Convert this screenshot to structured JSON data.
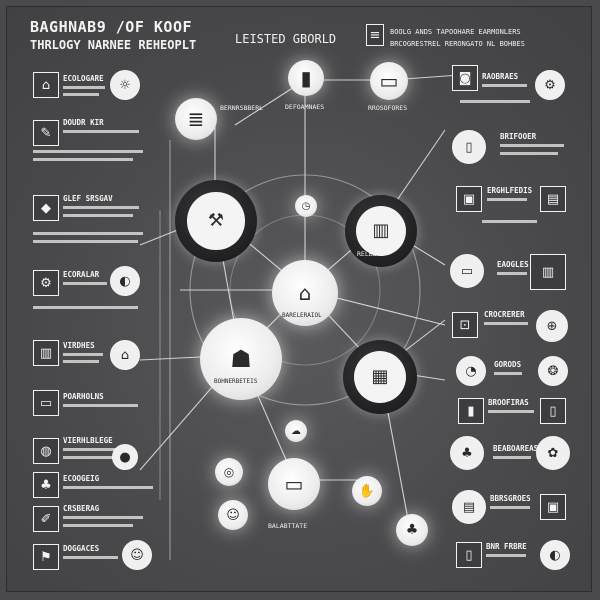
{
  "header": {
    "title": "BAGHNAB9 /OF KOOF",
    "subtitle": "THRLOGY NARNEE REHEOPLT",
    "right_title": "LEISTED GBORLD",
    "tr_line1": "BOOLG ANDS  TAPOOHARE  EARMONLERS",
    "tr_line2": "BRCOGRESTREL RERONGATO NL BOHBES"
  },
  "left_items": [
    {
      "title": "ECOLOGARE",
      "icon": "house-icon"
    },
    {
      "title": "DOUDR KIR",
      "icon": "bulb-icon"
    },
    {
      "title": "GLEF SRSGAV",
      "icon": "leaf-icon"
    },
    {
      "title": "ECORALAR",
      "icon": "gear-icon"
    },
    {
      "title": "VIRDHES",
      "icon": "building-icon"
    },
    {
      "title": "POARHOLNS",
      "icon": "screen-icon"
    },
    {
      "title": "VIERHLBLEGE",
      "icon": "globe-icon"
    },
    {
      "title": "ECOOGEIG",
      "icon": "tree-icon"
    },
    {
      "title": "CRSBERAG",
      "icon": "pen-icon"
    },
    {
      "title": "DOGGACES",
      "icon": "pin-icon"
    }
  ],
  "right_items": [
    {
      "title": "RAOBRAES",
      "icon": "camera-icon"
    },
    {
      "title": "BRIFOOER",
      "icon": "tablet-icon"
    },
    {
      "title": "ERGHLFEDIS",
      "icon": "box-icon"
    },
    {
      "title": "EAOGLES",
      "icon": "monitor-icon"
    },
    {
      "title": "CROCRERER",
      "icon": "lock-icon"
    },
    {
      "title": "GORODS",
      "icon": "drop-icon"
    },
    {
      "title": "BROOFIRAS",
      "icon": "chart-icon"
    },
    {
      "title": "BEABOAREAS",
      "icon": "tree-icon"
    },
    {
      "title": "BBRSGROES",
      "icon": "case-icon"
    },
    {
      "title": "BNR FRBRE",
      "icon": "phone-icon"
    }
  ],
  "nodes": {
    "top_label_1": "DEFOAMNAES",
    "top_label_2": "RROSOFORES",
    "center_label": "BARELERAIOL",
    "right_label": "RELBERS",
    "left_top_label": "BERNRSBBERL",
    "bottom_label": "BALABTTATE",
    "people_label": "BOHNERBETEIS"
  }
}
